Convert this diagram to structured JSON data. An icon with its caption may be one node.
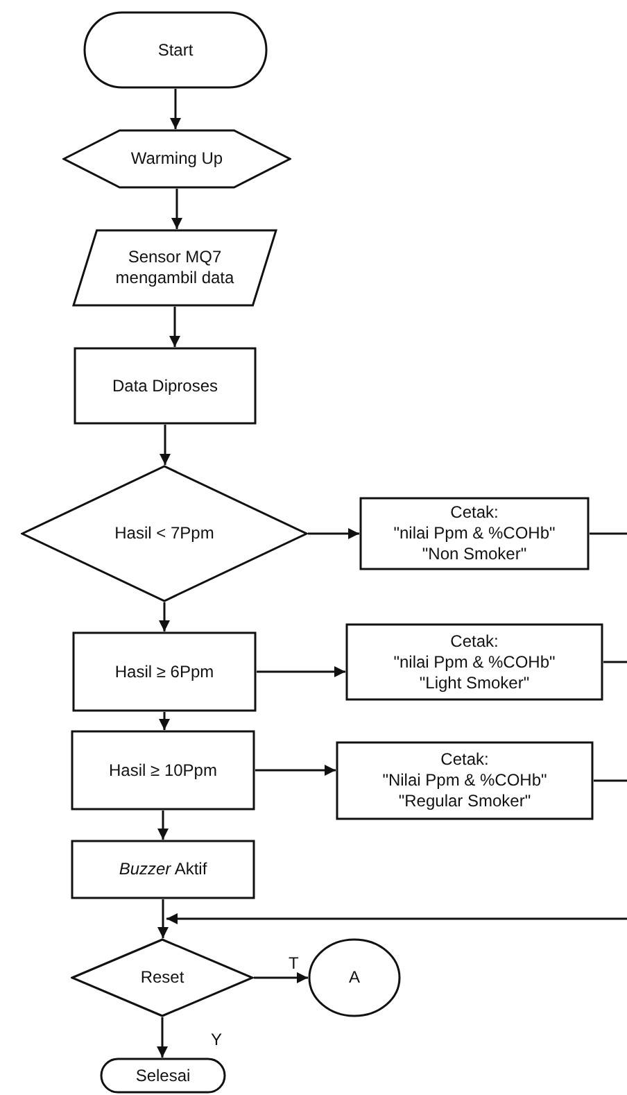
{
  "diagram": {
    "nodes": [
      {
        "text": [
          "Start"
        ]
      },
      {
        "text": [
          "Warming Up"
        ]
      },
      {
        "text": [
          "Sensor MQ7 mengambil data"
        ]
      },
      {
        "text": [
          "Data Diproses"
        ]
      },
      {
        "text": [
          "Hasil < 7Ppm"
        ]
      },
      {
        "text": [
          "Cetak:",
          "\"nilai Ppm & %COHb\"",
          "\"Non Smoker\""
        ]
      },
      {
        "text": [
          "Hasil ≥ 6Ppm"
        ]
      },
      {
        "text": [
          "Cetak:",
          "\"nilai Ppm & %COHb\"",
          "\"Light Smoker\""
        ]
      },
      {
        "text": [
          "Hasil ≥ 10Ppm"
        ]
      },
      {
        "text": [
          "Cetak:",
          "\"Nilai Ppm & %COHb\"",
          "\"Regular Smoker\""
        ]
      },
      {
        "text": [
          "*Buzzer* Aktif"
        ]
      },
      {
        "text": [
          "Reset"
        ]
      },
      {
        "text": [
          "A"
        ]
      },
      {
        "text": [
          "Selesai"
        ]
      }
    ],
    "edges": [
      {
        "from": 0,
        "to": 1,
        "arrow": "to"
      },
      {
        "from": 1,
        "to": 2,
        "arrow": "to"
      },
      {
        "from": 2,
        "to": 3,
        "arrow": "to"
      },
      {
        "from": 3,
        "to": 4,
        "arrow": "to"
      },
      {
        "from": 4,
        "to": 5,
        "arrow": "to"
      },
      {
        "from": 4,
        "to": 6,
        "arrow": "to"
      },
      {
        "from": 6,
        "to": 7,
        "arrow": "to"
      },
      {
        "from": 6,
        "to": 8,
        "arrow": "to"
      },
      {
        "from": 8,
        "to": 9,
        "arrow": "to"
      },
      {
        "from": 8,
        "to": 10,
        "arrow": "to"
      },
      {
        "from": 10,
        "to": 11,
        "arrow": "to"
      },
      {
        "from": 11,
        "to": 12,
        "label": "T",
        "arrow": "to"
      },
      {
        "from": 11,
        "to": 13,
        "label": "Y",
        "arrow": "to"
      },
      {
        "from": 5,
        "to": null,
        "arrow": "none"
      },
      {
        "from": 7,
        "to": null,
        "arrow": "none"
      },
      {
        "from": 9,
        "to": null,
        "arrow": "none"
      },
      {
        "from": null,
        "to": 11,
        "arrow": "to"
      }
    ]
  }
}
